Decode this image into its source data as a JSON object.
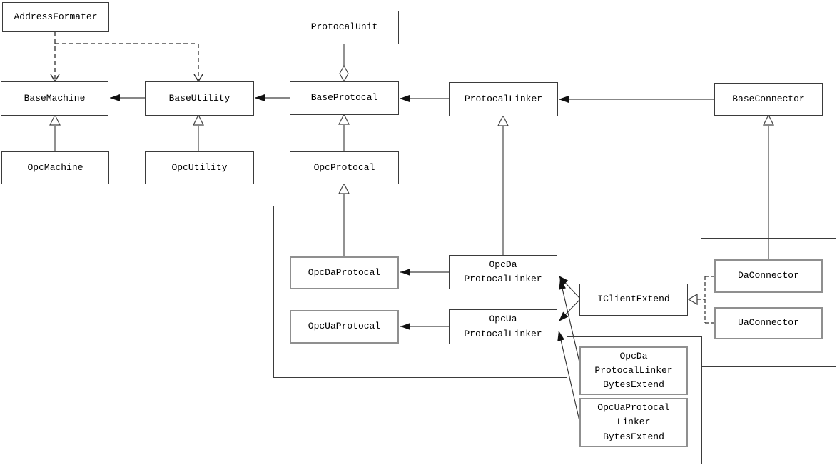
{
  "diagram": {
    "kind": "uml-class-diagram",
    "colors": {
      "background": "#ffffff",
      "box_border": "#3b3b3b",
      "box_border_gray": "#8f8f8f",
      "connector_line": "#767676",
      "thin_line": "#2e2e2e",
      "arrowhead_fill": "#111111",
      "text": "#000000"
    }
  },
  "nodes": {
    "address_formater": {
      "label": "AddressFormater"
    },
    "protocal_unit": {
      "label": "ProtocalUnit"
    },
    "base_machine": {
      "label": "BaseMachine"
    },
    "base_utility": {
      "label": "BaseUtility"
    },
    "base_protocal": {
      "label": "BaseProtocal"
    },
    "protocal_linker": {
      "label": "ProtocalLinker"
    },
    "base_connector": {
      "label": "BaseConnector"
    },
    "opc_machine": {
      "label": "OpcMachine"
    },
    "opc_utility": {
      "label": "OpcUtility"
    },
    "opc_protocal": {
      "label": "OpcProtocal"
    },
    "opc_da_protocal": {
      "label": "OpcDaProtocal"
    },
    "opc_da_protocal_linker": {
      "label": "OpcDa\nProtocalLinker"
    },
    "opc_ua_protocal": {
      "label": "OpcUaProtocal"
    },
    "opc_ua_protocal_linker": {
      "label": "OpcUa\nProtocalLinker"
    },
    "i_client_extend": {
      "label": "IClientExtend"
    },
    "da_connector": {
      "label": "DaConnector"
    },
    "ua_connector": {
      "label": "UaConnector"
    },
    "opc_da_protocal_linker_bytes_extend": {
      "label": "OpcDa\nProtocalLinker\nBytesExtend"
    },
    "opc_ua_protocal_linker_bytes_extend": {
      "label": "OpcUaProtocal\nLinker\nBytesExtend"
    }
  },
  "edges": [
    {
      "from": "BaseUtility",
      "to": "BaseMachine",
      "type": "association-solid-arrow"
    },
    {
      "from": "BaseProtocal",
      "to": "BaseUtility",
      "type": "association-solid-arrow"
    },
    {
      "from": "ProtocalLinker",
      "to": "BaseProtocal",
      "type": "association-solid-arrow"
    },
    {
      "from": "BaseConnector",
      "to": "ProtocalLinker",
      "type": "association-solid-arrow"
    },
    {
      "from": "AddressFormater",
      "to": "BaseMachine",
      "type": "dependency-dashed"
    },
    {
      "from": "AddressFormater",
      "to": "BaseUtility",
      "type": "dependency-dashed"
    },
    {
      "from": "ProtocalUnit",
      "to": "BaseProtocal",
      "type": "aggregation-hollow-diamond"
    },
    {
      "from": "OpcMachine",
      "to": "BaseMachine",
      "type": "generalization"
    },
    {
      "from": "OpcUtility",
      "to": "BaseUtility",
      "type": "generalization"
    },
    {
      "from": "OpcProtocal",
      "to": "BaseProtocal",
      "type": "generalization"
    },
    {
      "from": "OpcDaProtocal",
      "to": "OpcProtocal",
      "type": "generalization"
    },
    {
      "from": "OpcDaProtocalLinker",
      "to": "ProtocalLinker",
      "type": "generalization"
    },
    {
      "from": "DaConnector",
      "to": "BaseConnector",
      "type": "generalization"
    },
    {
      "from": "OpcDaProtocalLinker",
      "to": "OpcDaProtocal",
      "type": "association-solid-arrow"
    },
    {
      "from": "OpcUaProtocalLinker",
      "to": "OpcUaProtocal",
      "type": "association-solid-arrow"
    },
    {
      "from": "IClientExtend",
      "to": "OpcDaProtocalLinker",
      "type": "association-solid-arrow"
    },
    {
      "from": "IClientExtend",
      "to": "OpcUaProtocalLinker",
      "type": "association-solid-arrow"
    },
    {
      "from": "OpcDaProtocalLinkerBytesExtend",
      "to": "OpcDaProtocalLinker",
      "type": "association-solid-arrow"
    },
    {
      "from": "OpcUaProtocalLinkerBytesExtend",
      "to": "OpcUaProtocalLinker",
      "type": "association-solid-arrow"
    },
    {
      "from": "DaConnector",
      "to": "IClientExtend",
      "type": "realization-dashed-hollow-triangle"
    },
    {
      "from": "UaConnector",
      "to": "IClientExtend",
      "type": "realization-dashed-hollow-triangle"
    }
  ]
}
